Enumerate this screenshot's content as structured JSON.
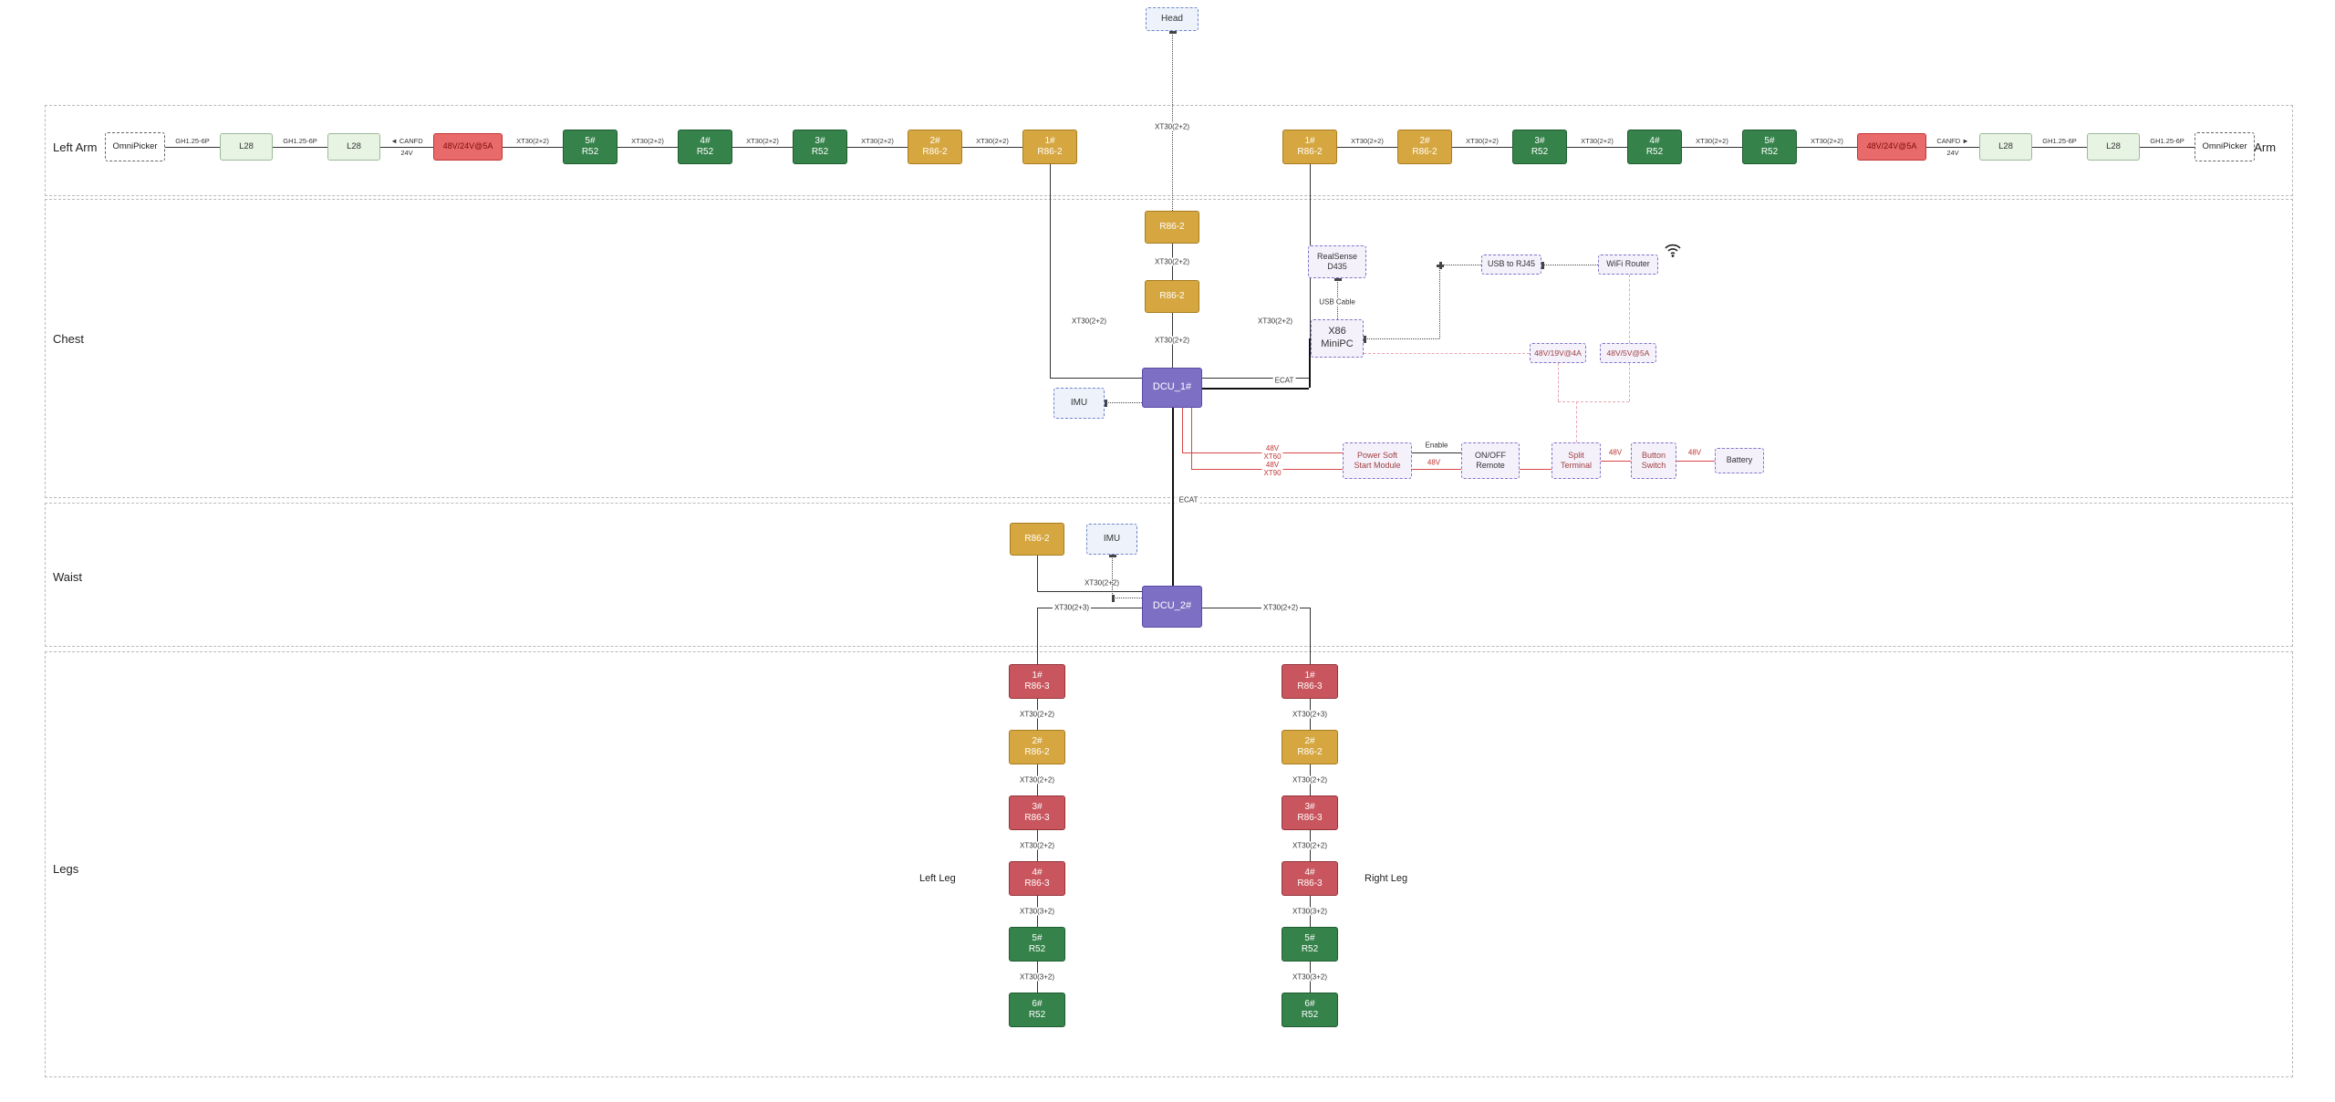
{
  "palette": {
    "motor_green": "#35824a",
    "motor_gold": "#d6a741",
    "motor_red": "#c9565e",
    "power_box_red": "#e86a6a",
    "l28_green": "#e7f3e3",
    "dcu_purple": "#7d6fc3",
    "dashed_box_bg": "#f4f1fb",
    "dashed_box_border": "#8273c9",
    "power_line_pink": "#e9a6b0",
    "power_line_red": "#d94545"
  },
  "head": {
    "label": "Head",
    "connector": "XT30(2+2)"
  },
  "sections": {
    "left_arm": "Left Arm",
    "right_arm": "Right Arm",
    "chest": "Chest",
    "waist": "Waist",
    "legs": "Legs",
    "left_leg": "Left Leg",
    "right_leg": "Right Leg"
  },
  "left_arm": {
    "nodes": {
      "gripper": "OmniPicker",
      "l28a": "L28",
      "l28b": "L28",
      "psu": "48V/24V@5A",
      "m5": "5#\nR52",
      "m4": "4#\nR52",
      "m3": "3#\nR52",
      "m2": "2#\nR86-2",
      "m1": "1#\nR86-2"
    },
    "conns": {
      "gh1": "GH1.25-6P",
      "gh2": "GH1.25-6P",
      "canfd": "◄ CANFD",
      "v24": "24V",
      "xt": "XT30(2+2)"
    },
    "dcu_link": "XT30(2+2)"
  },
  "right_arm": {
    "nodes": {
      "m1": "1#\nR86-2",
      "m2": "2#\nR86-2",
      "m3": "3#\nR52",
      "m4": "4#\nR52",
      "m5": "5#\nR52",
      "psu": "48V/24V@5A",
      "l28a": "L28",
      "l28b": "L28",
      "gripper": "OmniPicker"
    },
    "conns": {
      "gh1": "GH1.25-6P",
      "gh2": "GH1.25-6P",
      "canfd": "CANFD ►",
      "v24": "24V",
      "xt": "XT30(2+2)"
    },
    "dcu_link": "XT30(2+2)"
  },
  "chest": {
    "motor1": "R86-2",
    "conn1": "XT30(2+2)",
    "motor2": "R86-2",
    "conn2": "XT30(2+2)",
    "dcu": "DCU_1#",
    "imu": "IMU",
    "ecat": "ECAT",
    "left_arm_link": "XT30(2+2)",
    "right_arm_link": "XT30(2+2)",
    "realsense": "RealSense\nD435",
    "usb_cable": "USB Cable",
    "pc": "X86\nMiniPC",
    "usb_rj45": "USB to RJ45",
    "wifi_router": "WiFi Router",
    "psu_19v": "48V/19V@4A",
    "psu_5v": "48V/5V@5A",
    "power": {
      "xt60": "48V\nXT60",
      "xt90": "48V\nXT90",
      "soft_start": "Power Soft\nStart Module",
      "enable": "Enable",
      "onoff": "ON/OFF\nRemote",
      "v48_a": "48V",
      "split": "Split\nTerminal",
      "v48_b": "48V",
      "button_switch": "Button\nSwitch",
      "v48_c": "48V",
      "battery": "Battery"
    }
  },
  "waist": {
    "ecat": "ECAT",
    "motor": "R86-2",
    "imu": "IMU",
    "dcu": "DCU_2#",
    "motor_link": "XT30(2+2)",
    "left_link": "XT30(2+3)",
    "right_link": "XT30(2+2)"
  },
  "left_leg": {
    "nodes": [
      "1#\nR86-3",
      "2#\nR86-2",
      "3#\nR86-3",
      "4#\nR86-3",
      "5#\nR52",
      "6#\nR52"
    ],
    "conns": [
      "XT30(2+2)",
      "XT30(2+2)",
      "XT30(2+2)",
      "XT30(3+2)",
      "XT30(3+2)"
    ]
  },
  "right_leg": {
    "nodes": [
      "1#\nR86-3",
      "2#\nR86-2",
      "3#\nR86-3",
      "4#\nR86-3",
      "5#\nR52",
      "6#\nR52"
    ],
    "conns": [
      "XT30(2+3)",
      "XT30(2+2)",
      "XT30(2+2)",
      "XT30(3+2)",
      "XT30(3+2)"
    ]
  }
}
